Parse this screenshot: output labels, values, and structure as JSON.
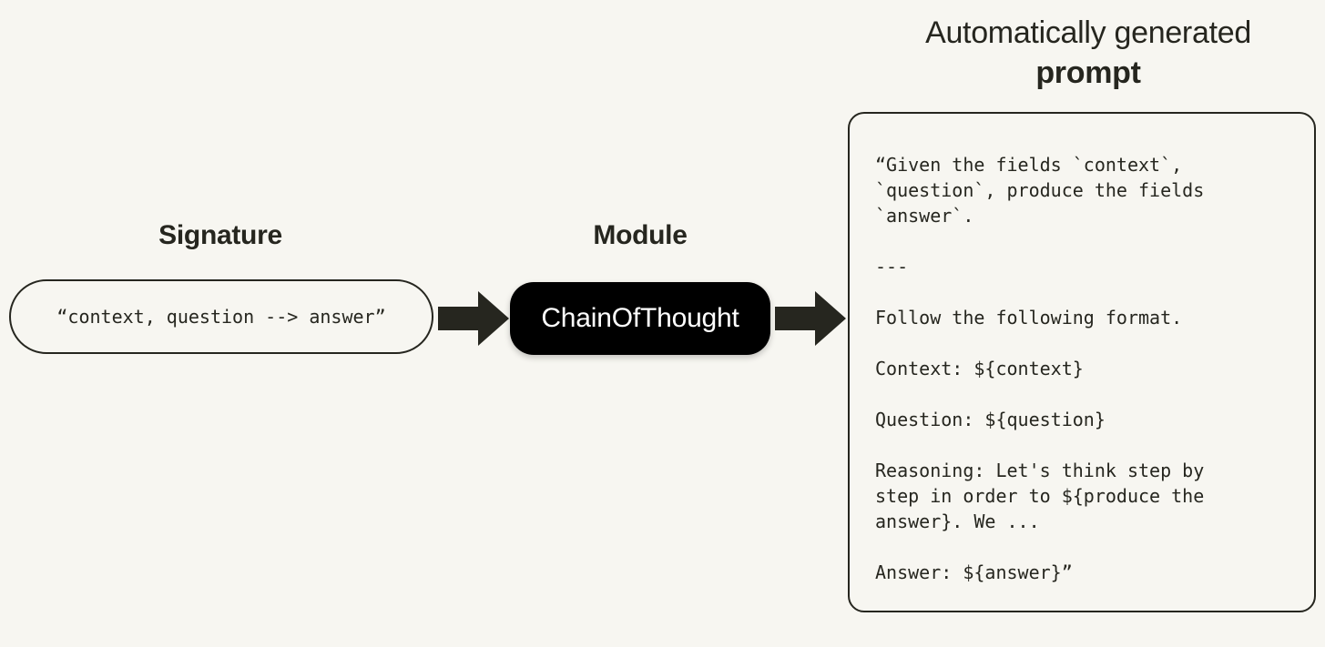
{
  "background_color": "#f7f6f1",
  "ink_color": "#26261f",
  "diagram": {
    "signature": {
      "label": "Signature",
      "box_text": "“context, question --> answer”"
    },
    "module": {
      "label": "Module",
      "box_text": "ChainOfThought",
      "box_color": "#000000",
      "text_color": "#ffffff"
    },
    "arrows": [
      {
        "name": "arrow-signature-to-module",
        "direction": "right"
      },
      {
        "name": "arrow-module-to-prompt",
        "direction": "right"
      }
    ],
    "prompt_panel": {
      "heading_line1": "Automatically generated",
      "heading_line2": "prompt",
      "text": "“Given the fields `context`,\n`question`, produce the fields\n`answer`.\n\n---\n\nFollow the following format.\n\nContext: ${context}\n\nQuestion: ${question}\n\nReasoning: Let's think step by\nstep in order to ${produce the\nanswer}. We ...\n\nAnswer: ${answer}”"
    }
  }
}
